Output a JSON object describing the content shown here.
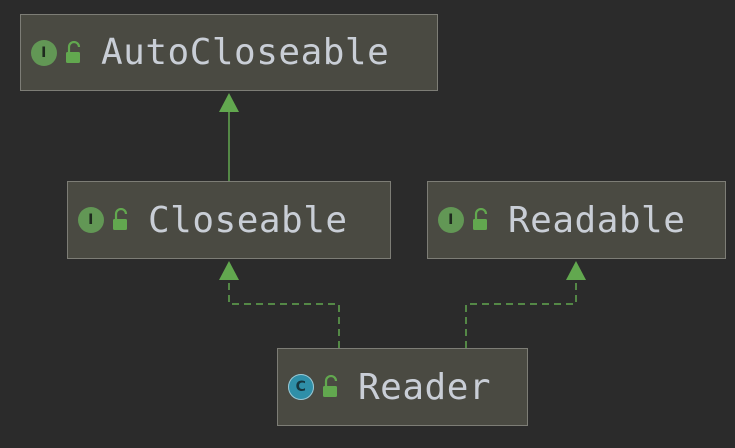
{
  "nodes": [
    {
      "id": "autocloseable",
      "label": "AutoCloseable",
      "kind": "I",
      "kind_color": "#629755"
    },
    {
      "id": "closeable",
      "label": "Closeable",
      "kind": "I",
      "kind_color": "#629755"
    },
    {
      "id": "readable",
      "label": "Readable",
      "kind": "I",
      "kind_color": "#629755"
    },
    {
      "id": "reader",
      "label": "Reader",
      "kind": "C",
      "kind_color": "#2f8fa8"
    }
  ],
  "edges": [
    {
      "from": "closeable",
      "to": "autocloseable",
      "style": "solid",
      "relation": "extends"
    },
    {
      "from": "reader",
      "to": "closeable",
      "style": "dashed",
      "relation": "implements"
    },
    {
      "from": "reader",
      "to": "readable",
      "style": "dashed",
      "relation": "implements"
    }
  ],
  "colors": {
    "background": "#2b2b2b",
    "node_fill": "#4a4a42",
    "node_border": "#7d7d76",
    "label_text": "#c9ced6",
    "arrow": "#62a84f"
  },
  "icons": {
    "interface": "interface-badge-icon",
    "class": "class-badge-icon",
    "visibility": "open-lock-icon"
  }
}
